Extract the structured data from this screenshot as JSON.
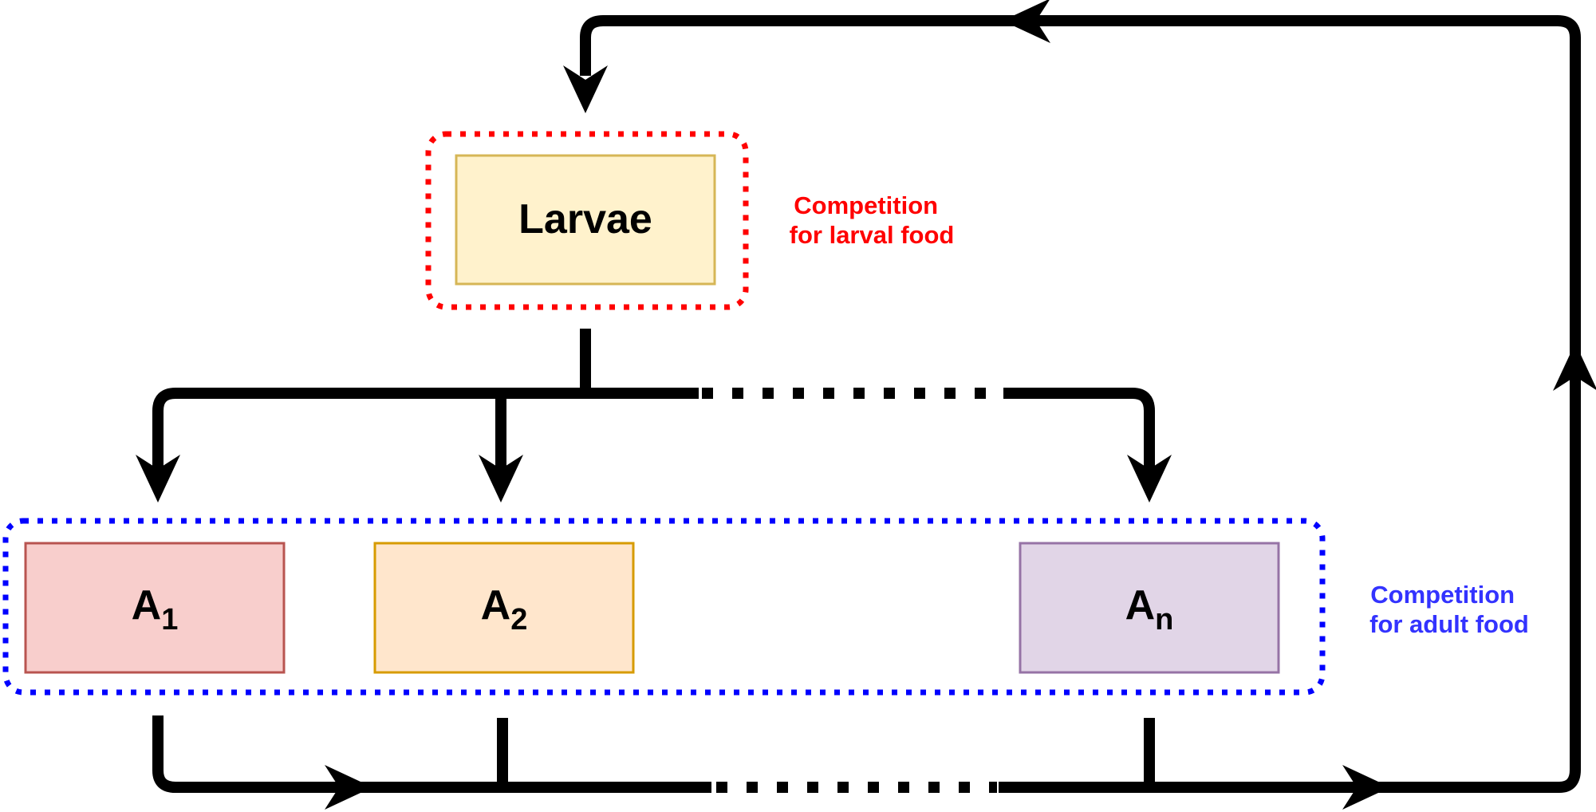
{
  "diagram": {
    "larvae": {
      "label": "Larvae",
      "fill": "#fff2cc",
      "stroke": "#d6b656"
    },
    "adults": [
      {
        "base": "A",
        "sub": "1",
        "fill": "#f8cecc",
        "stroke": "#b85450"
      },
      {
        "base": "A",
        "sub": "2",
        "fill": "#ffe6cc",
        "stroke": "#d79b00"
      },
      {
        "base": "A",
        "sub": "n",
        "fill": "#e1d5e7",
        "stroke": "#9673a6"
      }
    ],
    "larval_competition": {
      "line1": "Competition",
      "line2": "for larval food",
      "color": "#ff0000"
    },
    "adult_competition": {
      "line1": "Competition",
      "line2": "for adult food",
      "color": "#3333ff"
    },
    "group_colors": {
      "larval": "#ff0000",
      "adult": "#0000ff"
    }
  }
}
